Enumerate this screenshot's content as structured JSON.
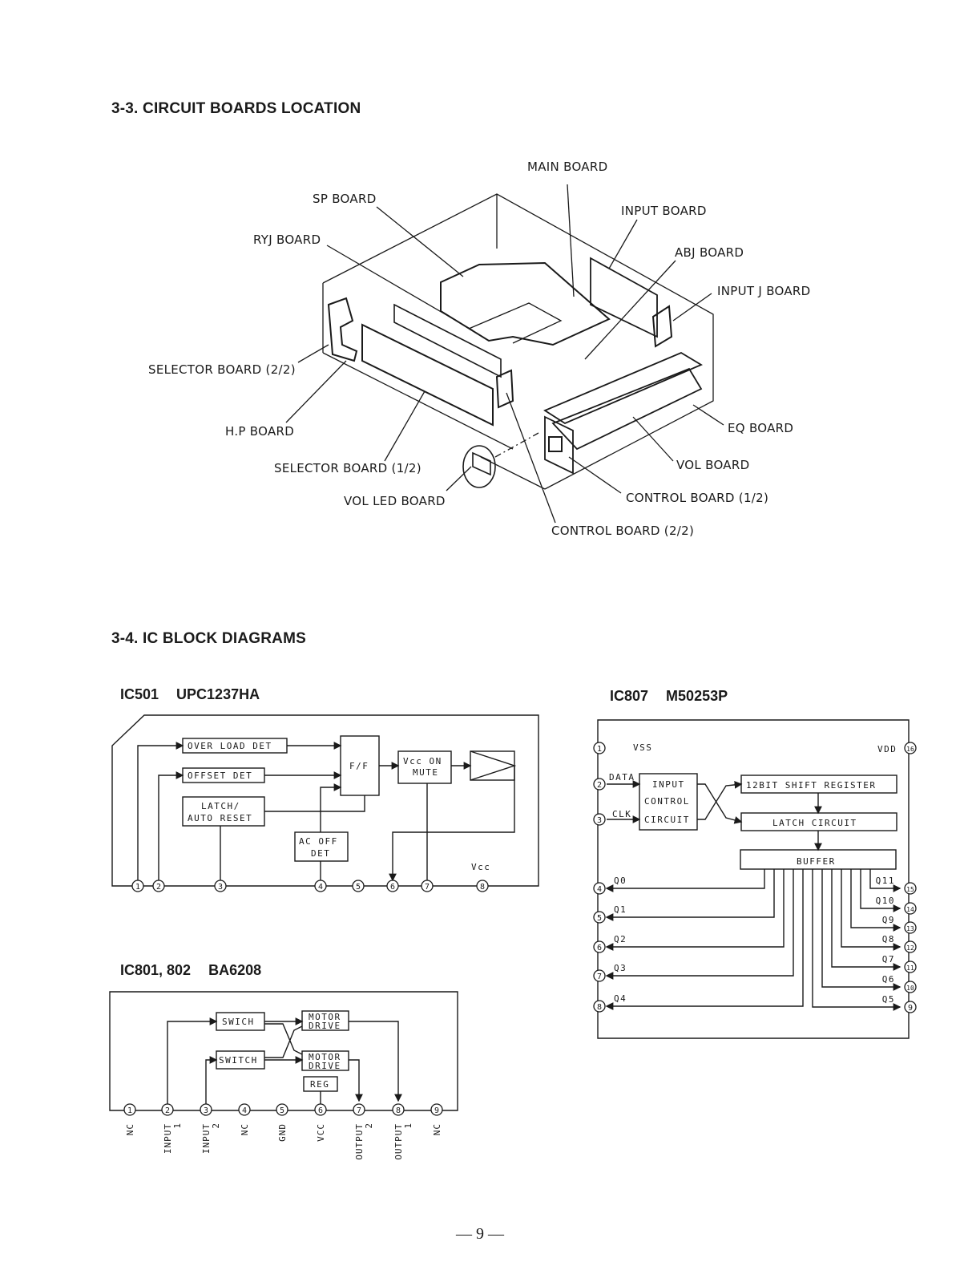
{
  "section_boards": {
    "title": "3-3.  CIRCUIT BOARDS  LOCATION",
    "labels": {
      "main": "MAIN BOARD",
      "sp": "SP BOARD",
      "input": "INPUT BOARD",
      "ryj": "RYJ BOARD",
      "abj": "ABJ BOARD",
      "input_j": "INPUT J BOARD",
      "selector_2": "SELECTOR BOARD (2/2)",
      "hp": "H.P BOARD",
      "eq": "EQ BOARD",
      "selector_1": "SELECTOR BOARD (1/2)",
      "vol": "VOL BOARD",
      "vol_led": "VOL LED BOARD",
      "control_1": "CONTROL BOARD (1/2)",
      "control_2": "CONTROL BOARD (2/2)"
    }
  },
  "section_ic": {
    "title": "3-4.  IC  BLOCK  DIAGRAMS"
  },
  "ic501": {
    "ref": "IC501",
    "part": "UPC1237HA",
    "blocks": {
      "over_load": "OVER LOAD DET",
      "offset": "OFFSET DET",
      "latch_1": "LATCH/",
      "latch_2": "AUTO RESET",
      "ff": "F/F",
      "vcc_on_1": "Vcc ON",
      "vcc_on_2": "MUTE",
      "ac_off_1": "AC OFF",
      "ac_off_2": "DET"
    },
    "vcc_label": "Vcc",
    "pins": [
      "1",
      "2",
      "3",
      "4",
      "5",
      "6",
      "7",
      "8"
    ]
  },
  "ic807": {
    "ref": "IC807",
    "part": "M50253P",
    "vss": "VSS",
    "vdd": "VDD",
    "data": "DATA",
    "clk": "CLK",
    "blocks": {
      "input_1": "INPUT",
      "input_2": "CONTROL",
      "input_3": "CIRCUIT",
      "shift": "12BIT SHIFT REGISTER",
      "latch": "LATCH CIRCUIT",
      "buffer": "BUFFER"
    },
    "left_pins": [
      "1",
      "2",
      "3",
      "4",
      "5",
      "6",
      "7",
      "8"
    ],
    "left_outputs": [
      "Q0",
      "Q1",
      "Q2",
      "Q3",
      "Q4"
    ],
    "right_pins": [
      "16",
      "15",
      "14",
      "13",
      "12",
      "11",
      "10",
      "9"
    ],
    "right_outputs": [
      "Q11",
      "Q10",
      "Q9",
      "Q8",
      "Q7",
      "Q6",
      "Q5"
    ]
  },
  "ic801": {
    "ref": "IC801, 802",
    "part": "BA6208",
    "blocks": {
      "swich": "SWICH",
      "switch": "SWITCH",
      "motor_1": "MOTOR",
      "motor_2": "DRIVE",
      "reg": "REG"
    },
    "pins": [
      "1",
      "2",
      "3",
      "4",
      "5",
      "6",
      "7",
      "8",
      "9"
    ],
    "pin_names": [
      {
        "main": "NC",
        "sub": ""
      },
      {
        "main": "INPUT",
        "sub": "1"
      },
      {
        "main": "INPUT",
        "sub": "2"
      },
      {
        "main": "NC",
        "sub": ""
      },
      {
        "main": "GND",
        "sub": ""
      },
      {
        "main": "VCC",
        "sub": ""
      },
      {
        "main": "OUTPUT",
        "sub": "2"
      },
      {
        "main": "OUTPUT",
        "sub": "1"
      },
      {
        "main": "NC",
        "sub": ""
      }
    ]
  },
  "page_number": "— 9 —"
}
